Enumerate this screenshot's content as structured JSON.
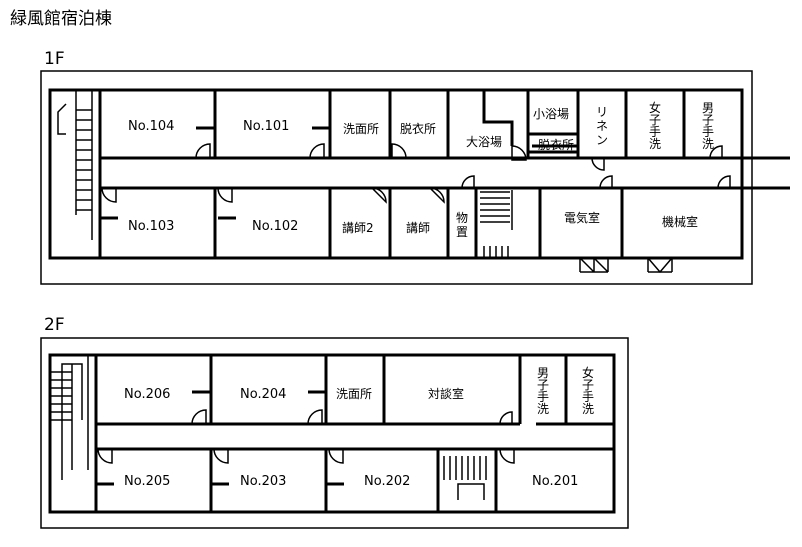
{
  "title": "緑風館宿泊棟",
  "floor1": {
    "label": "1F",
    "rooms": {
      "no104": "No.104",
      "no101": "No.101",
      "washroom": "洗面所",
      "dressing": "脱衣所",
      "big_bath": "大浴場",
      "small_bath": "小浴場",
      "small_dressing": "脱衣所",
      "linen": [
        "リ",
        "ネ",
        "ン"
      ],
      "women_wc": [
        "女",
        "子",
        "手",
        "洗"
      ],
      "men_wc": [
        "男",
        "子",
        "手",
        "洗"
      ],
      "no103": "No.103",
      "no102": "No.102",
      "lecturer2": "講師2",
      "lecturer": "講師",
      "storage": [
        "物",
        "置"
      ],
      "electric": "電気室",
      "machine": "機械室"
    }
  },
  "floor2": {
    "label": "2F",
    "rooms": {
      "no206": "No.206",
      "no204": "No.204",
      "washroom": "洗面所",
      "meeting": "対談室",
      "men_wc": [
        "男",
        "子",
        "手",
        "洗"
      ],
      "women_wc": [
        "女",
        "子",
        "手",
        "洗"
      ],
      "no205": "No.205",
      "no203": "No.203",
      "no202": "No.202",
      "no201": "No.201"
    }
  }
}
